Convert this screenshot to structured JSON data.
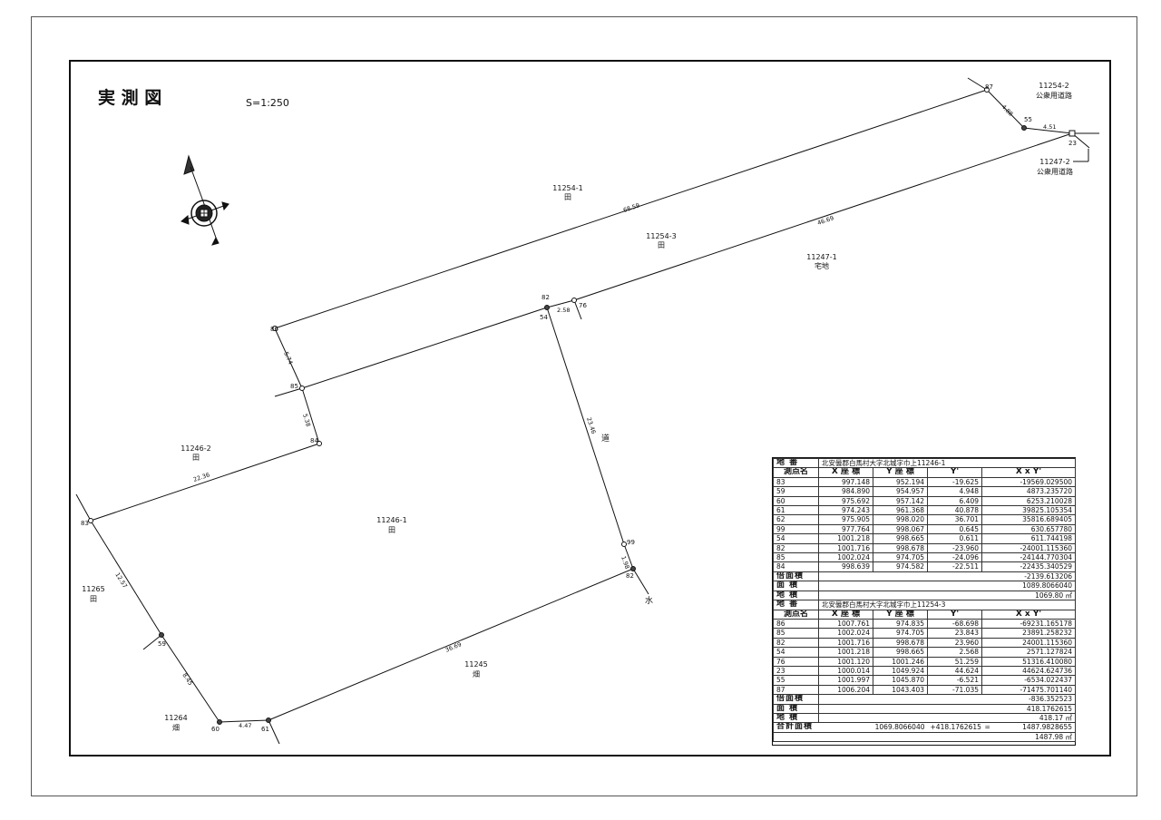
{
  "title": "実 測 図",
  "scale": "S=1:250",
  "parcels": {
    "p11254_1": [
      "11254-1",
      "田"
    ],
    "p11254_3": [
      "11254-3",
      "田"
    ],
    "p11247_1": [
      "11247-1",
      "宅地"
    ],
    "p11246_2": [
      "11246-2",
      "田"
    ],
    "p11246_1": [
      "11246-1",
      "田"
    ],
    "p11265": [
      "11265",
      "田"
    ],
    "p11245": [
      "11245",
      "畑"
    ],
    "p11264": [
      "11264",
      "畑"
    ],
    "p11254_2": [
      "11254-2",
      "公衆用道路"
    ],
    "p11247_2": [
      "11247-2",
      "公衆用道路"
    ]
  },
  "road_labels": {
    "road": "道",
    "water": "水"
  },
  "points": {
    "p87": "87",
    "p55": "55",
    "p23": "23",
    "p82a": "82",
    "p54": "54",
    "p76": "76",
    "p86": "86",
    "p85": "85",
    "p84": "84",
    "p83": "83",
    "p59": "59",
    "p60": "60",
    "p61": "61",
    "p99": "99",
    "p82b": "82"
  },
  "distances": {
    "d87_55": "4.88",
    "d55_23": "4.51",
    "d86_87": "68.59",
    "d85_23": "46.69",
    "d82_76": "2.58",
    "d86_85": "5.74",
    "d85_84": "5.38",
    "d54_99": "23.46",
    "d84_83": "22.36",
    "d99_82": "1.98",
    "d83_59": "12.57",
    "d59_60": "8.45",
    "d60_61": "4.47",
    "d61_82": "36.69"
  },
  "table1": {
    "parcel_key": "地 番",
    "parcel": "北安曇郡白馬村大字北城字巾上11246-1",
    "headers": [
      "測点名",
      "X 座 標",
      "Y 座 標",
      "Y'",
      "X x Y'"
    ],
    "rows": [
      [
        "83",
        "997.148",
        "952.194",
        "-19.625",
        "-19569.029500"
      ],
      [
        "59",
        "984.890",
        "954.957",
        "4.948",
        "4873.235720"
      ],
      [
        "60",
        "975.692",
        "957.142",
        "6.409",
        "6253.210028"
      ],
      [
        "61",
        "974.243",
        "961.368",
        "40.878",
        "39825.105354"
      ],
      [
        "62",
        "975.905",
        "998.020",
        "36.701",
        "35816.689405"
      ],
      [
        "99",
        "977.764",
        "998.067",
        "0.645",
        "630.657780"
      ],
      [
        "54",
        "1001.218",
        "998.665",
        "0.611",
        "611.744198"
      ],
      [
        "82",
        "1001.716",
        "998.678",
        "-23.960",
        "-24001.115360"
      ],
      [
        "85",
        "1002.024",
        "974.705",
        "-24.096",
        "-24144.770304"
      ],
      [
        "84",
        "998.639",
        "974.582",
        "-22.511",
        "-22435.340529"
      ]
    ],
    "summary": [
      [
        "倍面積",
        "-2139.613206"
      ],
      [
        "面 積",
        "1089.8066040"
      ],
      [
        "地 積",
        "1069.80 ㎡"
      ]
    ]
  },
  "table2": {
    "parcel_key": "地 番",
    "parcel": "北安曇郡白馬村大字北城字巾上11254-3",
    "headers": [
      "測点名",
      "X 座 標",
      "Y 座 標",
      "Y'",
      "X x Y'"
    ],
    "rows": [
      [
        "86",
        "1007.761",
        "974.835",
        "-68.698",
        "-69231.165178"
      ],
      [
        "85",
        "1002.024",
        "974.705",
        "23.843",
        "23891.258232"
      ],
      [
        "82",
        "1001.716",
        "998.678",
        "23.960",
        "24001.115360"
      ],
      [
        "54",
        "1001.218",
        "998.665",
        "2.568",
        "2571.127824"
      ],
      [
        "76",
        "1001.120",
        "1001.246",
        "51.259",
        "51316.410080"
      ],
      [
        "23",
        "1000.014",
        "1049.924",
        "44.624",
        "44624.624736"
      ],
      [
        "55",
        "1001.997",
        "1045.870",
        "-6.521",
        "-6534.022437"
      ],
      [
        "87",
        "1006.204",
        "1043.403",
        "-71.035",
        "-71475.701140"
      ]
    ],
    "summary": [
      [
        "倍面積",
        "-836.352523"
      ],
      [
        "面 積",
        "418.1762615"
      ],
      [
        "地 積",
        "418.17 ㎡"
      ]
    ]
  },
  "total": {
    "label": "合計面積",
    "a": "1069.8066040",
    "plus": "+",
    "b": "418.1762615",
    "eq": "=",
    "sum": "1487.9828655",
    "final": "1487.98 ㎡"
  }
}
